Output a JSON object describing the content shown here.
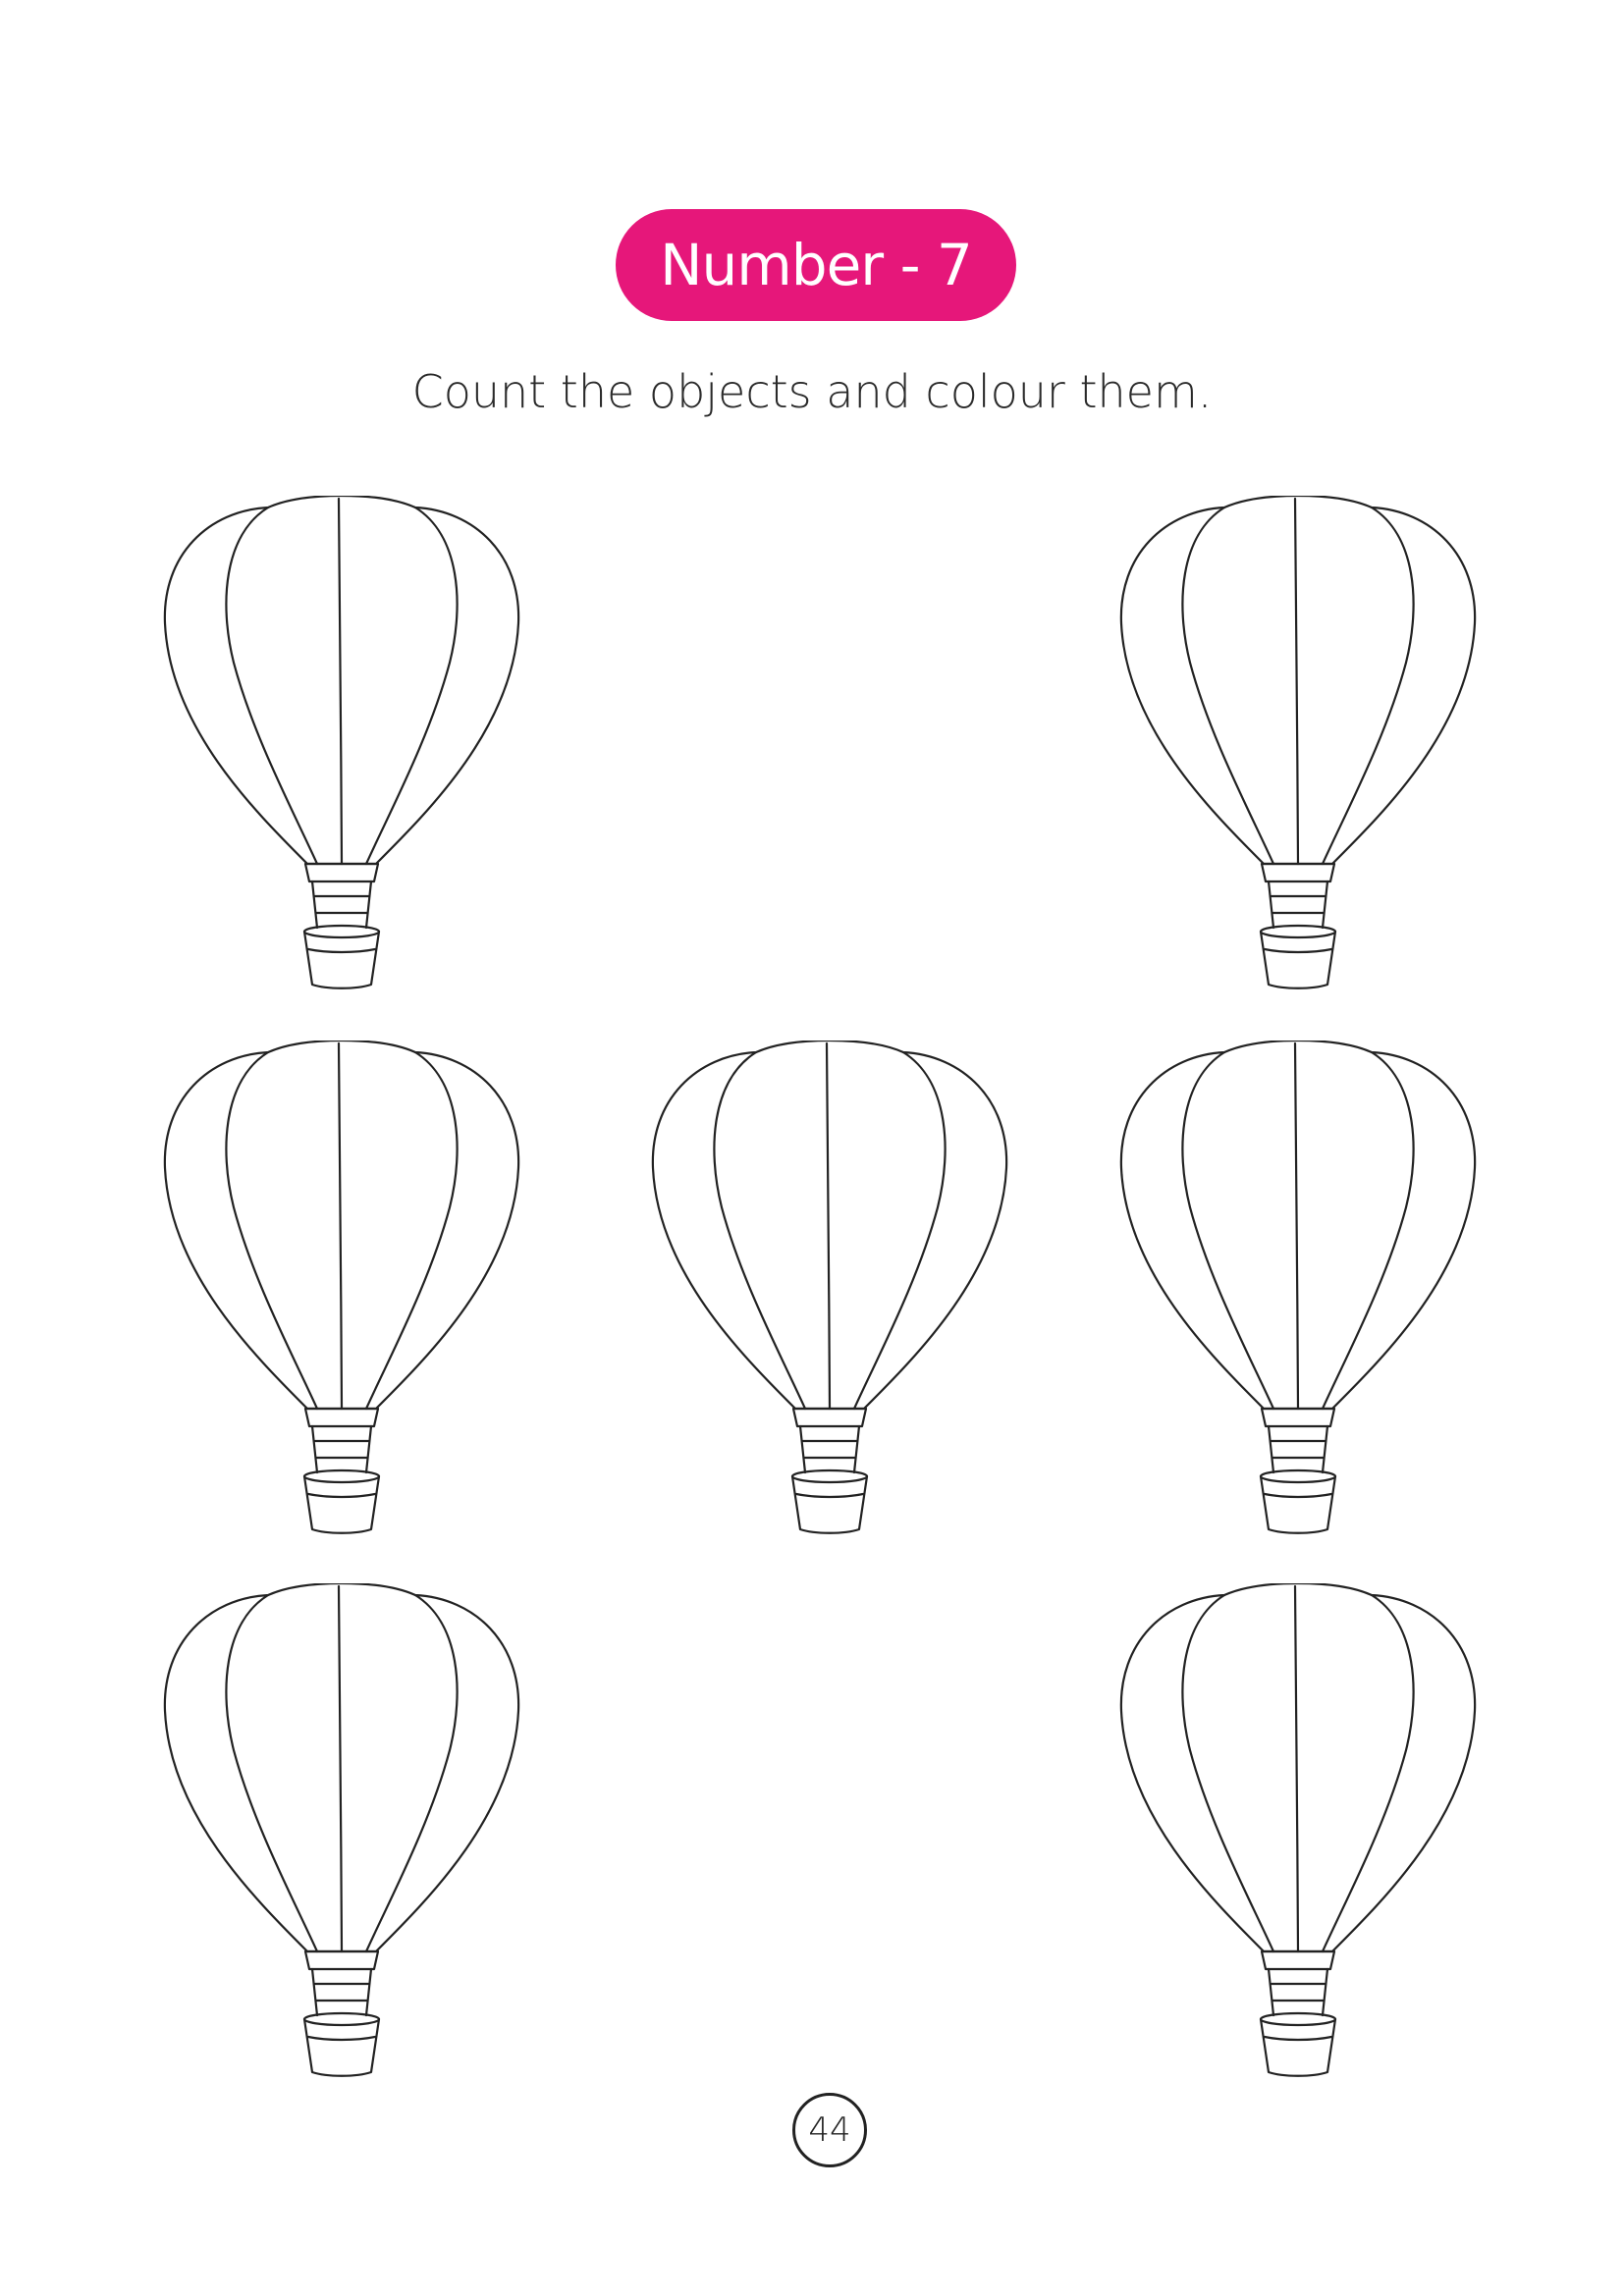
{
  "title": {
    "text": "Number - 7",
    "background": "#E6177A"
  },
  "instruction": "Count the objects and colour them.",
  "balloons": {
    "count": 7,
    "icon": "hot-air-balloon-icon"
  },
  "page_number": "44"
}
